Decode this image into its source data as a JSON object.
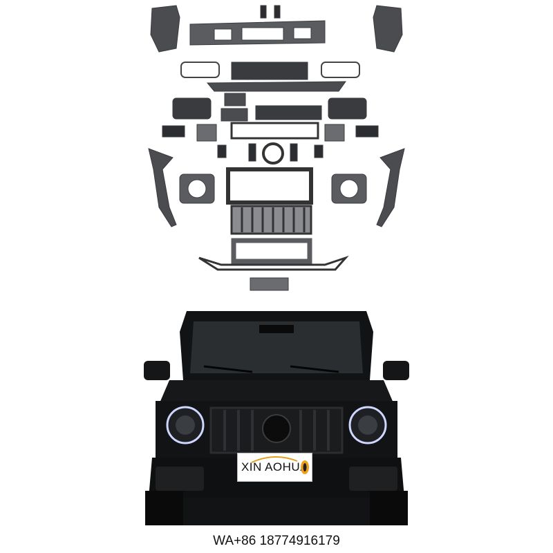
{
  "brand": {
    "part1": "XIN",
    "part2": "AOHUA",
    "colors": {
      "swoosh": "#e0a020",
      "logo": "#f0a020",
      "logo_inner": "#222222"
    }
  },
  "contact": {
    "text": "WA+86 18774916179"
  },
  "colors": {
    "parts": "#5a5c60",
    "parts_dark": "#2c2d30",
    "car_body": "#121314",
    "windshield": "#2b2e31"
  }
}
